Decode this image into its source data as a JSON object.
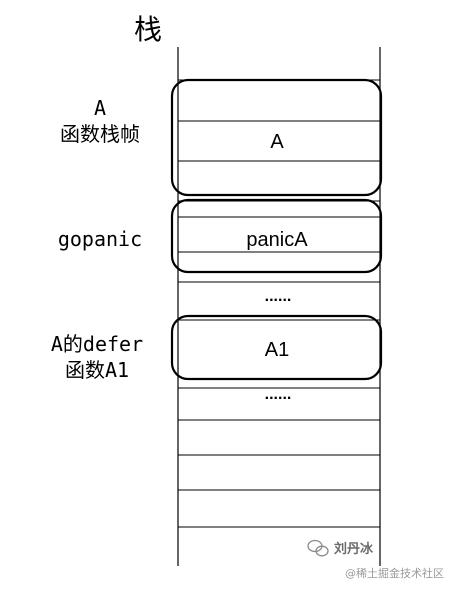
{
  "diagram": {
    "title": "栈",
    "labels": {
      "a_frame": [
        "A",
        "函数栈帧"
      ],
      "gopanic": "gopanic",
      "defer_frame": [
        "A的defer",
        "函数A1"
      ]
    },
    "frames": {
      "a": "A",
      "panic": "panicA",
      "a1": "A1"
    },
    "ellipsis_1": "......",
    "ellipsis_2": "......"
  },
  "watermark": {
    "name": "刘丹冰",
    "site": "@稀土掘金技术社区"
  }
}
